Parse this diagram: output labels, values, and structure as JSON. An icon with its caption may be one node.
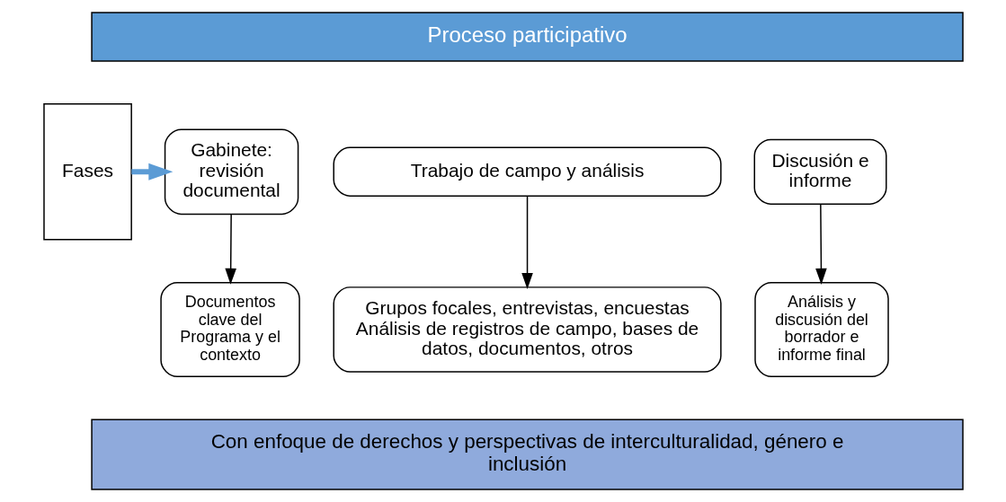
{
  "diagram": {
    "nodes": [
      {
        "text": [
          "Proceso participativo"
        ]
      },
      {
        "text": [
          "Fases"
        ]
      },
      {
        "text": [
          "Gabinete: revisión documental"
        ]
      },
      {
        "text": [
          "Trabajo de campo y análisis"
        ]
      },
      {
        "text": [
          "Discusión e informe"
        ]
      },
      {
        "text": [
          "Documentos clave del Programa y el contexto"
        ]
      },
      {
        "text": [
          "Grupos focales, entrevistas, encuestas",
          "Análisis de registros de campo, bases de datos, documentos, otros"
        ]
      },
      {
        "text": [
          "Análisis y discusión del borrador e informe final"
        ]
      },
      {
        "text": [
          "Con enfoque de derechos y perspectivas de interculturalidad, género e inclusión"
        ]
      }
    ],
    "edges": [
      {
        "from": 1,
        "to": 2,
        "arrow": "to",
        "style": "thick",
        "color": "#5b9bd5"
      },
      {
        "from": 2,
        "to": 5,
        "arrow": "to"
      },
      {
        "from": 3,
        "to": 6,
        "arrow": "to"
      },
      {
        "from": 4,
        "to": 7,
        "arrow": "to"
      }
    ]
  }
}
